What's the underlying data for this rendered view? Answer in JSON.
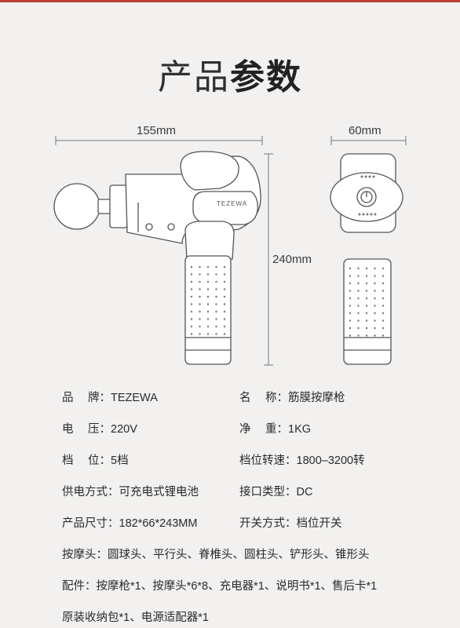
{
  "title": {
    "part1": "产品",
    "part2": "参数"
  },
  "dimensions": {
    "width": "155mm",
    "depth": "60mm",
    "height": "240mm"
  },
  "device": {
    "brand_mark": "TEZEWA"
  },
  "specs": {
    "rows": [
      [
        {
          "k1": "品",
          "k2": "牌：",
          "value": "TEZEWA"
        },
        {
          "k1": "名",
          "k2": "称：",
          "value": "筋膜按摩枪"
        }
      ],
      [
        {
          "k1": "电",
          "k2": "压：",
          "value": "220V"
        },
        {
          "k1": "净",
          "k2": "重：",
          "value": "1KG"
        }
      ],
      [
        {
          "k1": "档",
          "k2": "位：",
          "value": "5档"
        },
        {
          "label": "档位转速：",
          "value": "1800–3200转"
        }
      ],
      [
        {
          "label": "供电方式：",
          "value": "可充电式锂电池"
        },
        {
          "label": "接口类型：",
          "value": "DC"
        }
      ],
      [
        {
          "label": "产品尺寸：",
          "value": "182*66*243MM"
        },
        {
          "label": "开关方式：",
          "value": "档位开关"
        }
      ]
    ],
    "heads": {
      "label": "按摩头：",
      "value": "圆球头、平行头、脊椎头、圆柱头、铲形头、锥形头"
    },
    "accessories": {
      "label": "配件：",
      "line1": "按摩枪*1、按摩头*6*8、充电器*1、说明书*1、售后卡*1",
      "line2": "原装收纳包*1、电源适配器*1"
    }
  }
}
